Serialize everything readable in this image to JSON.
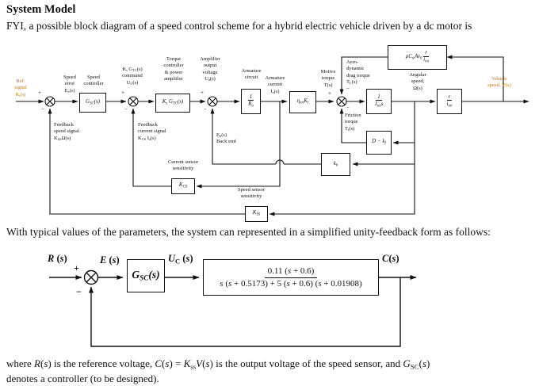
{
  "colors": {
    "accent": "#c2790b",
    "ink": "#111111"
  },
  "page": {
    "title": "System Model",
    "intro": "FYI, a possible block diagram of a speed control scheme for a hybrid electric vehicle driven by a dc motor is",
    "middle": "With typical values of the parameters, the system can represented in a simplified unity-feedback form as follows:",
    "footer": "where *R*(*s*) is the reference voltage, *C*(*s*) = *K*_{ss}*V*(*s*) is the output voltage of the speed sensor, and *G*_{SC}(*s*)\ndenotes a controller (to be designed)."
  },
  "d1": {
    "labels": {
      "ref": "Ref.\nsignal\nR_{r}(s)",
      "speed_error": "Speed\nerror\nE_{v}(s)",
      "speed_controller": "Speed\ncontroller",
      "command": "K_{s} G_{TC}(s)\ncommand\nU_{C}(s)",
      "torque_controller": "Torque\ncontroller\n& power\namplifier",
      "amplifier_output": "Amplifier\noutput\nvoltage\nU_{a}(s)",
      "armature_circuit": "Armature\ncircuit",
      "armature_current": "Armature\ncurrent\nI_{a}(s)",
      "motive_torque": "Motive\ntorque\nT(s)",
      "drag_torque": "Aero-\ndynamic\ndrag torque\nT_{L}(s)",
      "angular_speed": "Angular\nspeed,\nΩ(s)",
      "vehicle_speed": "Vehicle\nspeed, V(s)",
      "friction_torque": "Friction\ntorque\nT_{f}(s)",
      "back_emf": "E_{b}(s)\nBack emf",
      "feedback_speed": "Feedback\nspeed signal\nK_{SS}Ω(s)",
      "feedback_current": "Feedback\ncurrent signal\nK_{CS} I_{a}(s)",
      "current_sensor": "Current sensor\nsensitivity",
      "speed_sensor": "Speed sensor\nsensitivity"
    },
    "blocks": {
      "gsc": "G_{SC}(s)",
      "ktc": "K_{s} G_{TC}(s)",
      "ra_num": "1",
      "ra_den": "R_{a}",
      "eta": "η_{tot}K_{t}",
      "rho_coef": "ρC_{w}Av_{0}",
      "rho_num": "r",
      "rho_den": "i_{tot}",
      "j_num": "1",
      "j_den": "J_{tot}s",
      "ri_num": "r",
      "ri_den": "i_{tot}",
      "dkf": "D − k_{f}",
      "kb": "k_{b}",
      "kcs": "K_{CS}",
      "kss": "K_{SS}"
    },
    "signs": {
      "plus": "+",
      "minus": "−"
    }
  },
  "d2": {
    "r": "*R* (*s*)",
    "e": "*E* (*s*)",
    "uc": "*U*_{C} (*s*)",
    "c": "*C*(*s*)",
    "gsc": "*G*_{SC}(*s*)",
    "tf_num": "0.11 (*s* + 0.6)",
    "tf_den": "*s* (*s* + 0.5173) + 5 (*s* + 0.6) (*s* + 0.01908)",
    "signs": {
      "plus": "+",
      "minus": "−"
    }
  }
}
